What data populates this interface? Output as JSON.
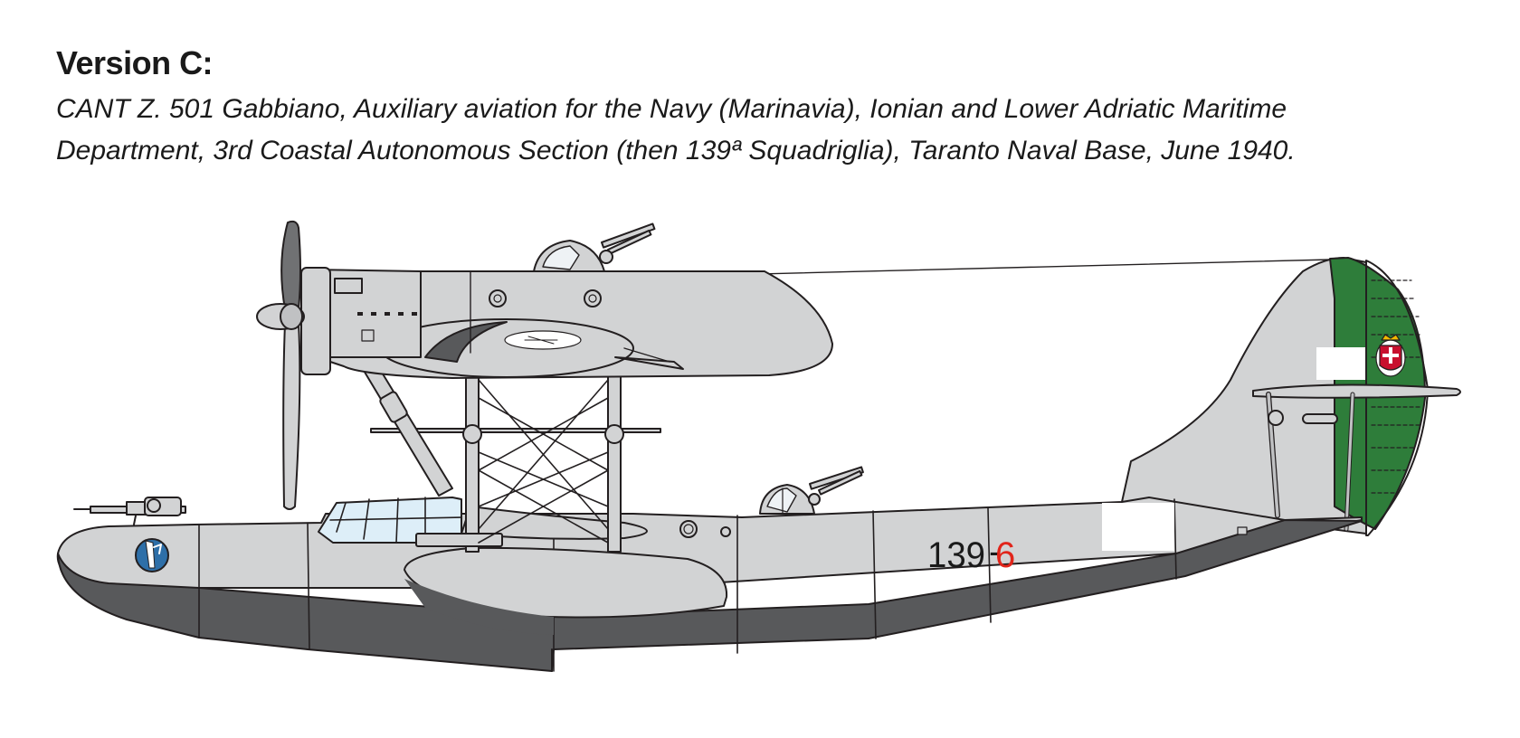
{
  "header": {
    "title": "Version C:",
    "description_lines": [
      "CANT Z. 501 Gabbiano, Auxiliary aviation for the Navy (Marinavia), Ionian and Lower Adriatic Maritime",
      "Department, 3rd Coastal Autonomous Section (then 139ª Squadriglia), Taranto Naval Base, June 1940."
    ]
  },
  "aircraft": {
    "code_number": "139",
    "code_dash": "-",
    "code_individual": "6"
  },
  "colors": {
    "upper_grey": "#d2d3d4",
    "lower_grey": "#58595b",
    "outline": "#231f20",
    "rudder_green": "#2e7d3a",
    "code_black": "#1a1a1a",
    "code_red": "#e1251b",
    "roundel_blue": "#2e6fa8"
  }
}
